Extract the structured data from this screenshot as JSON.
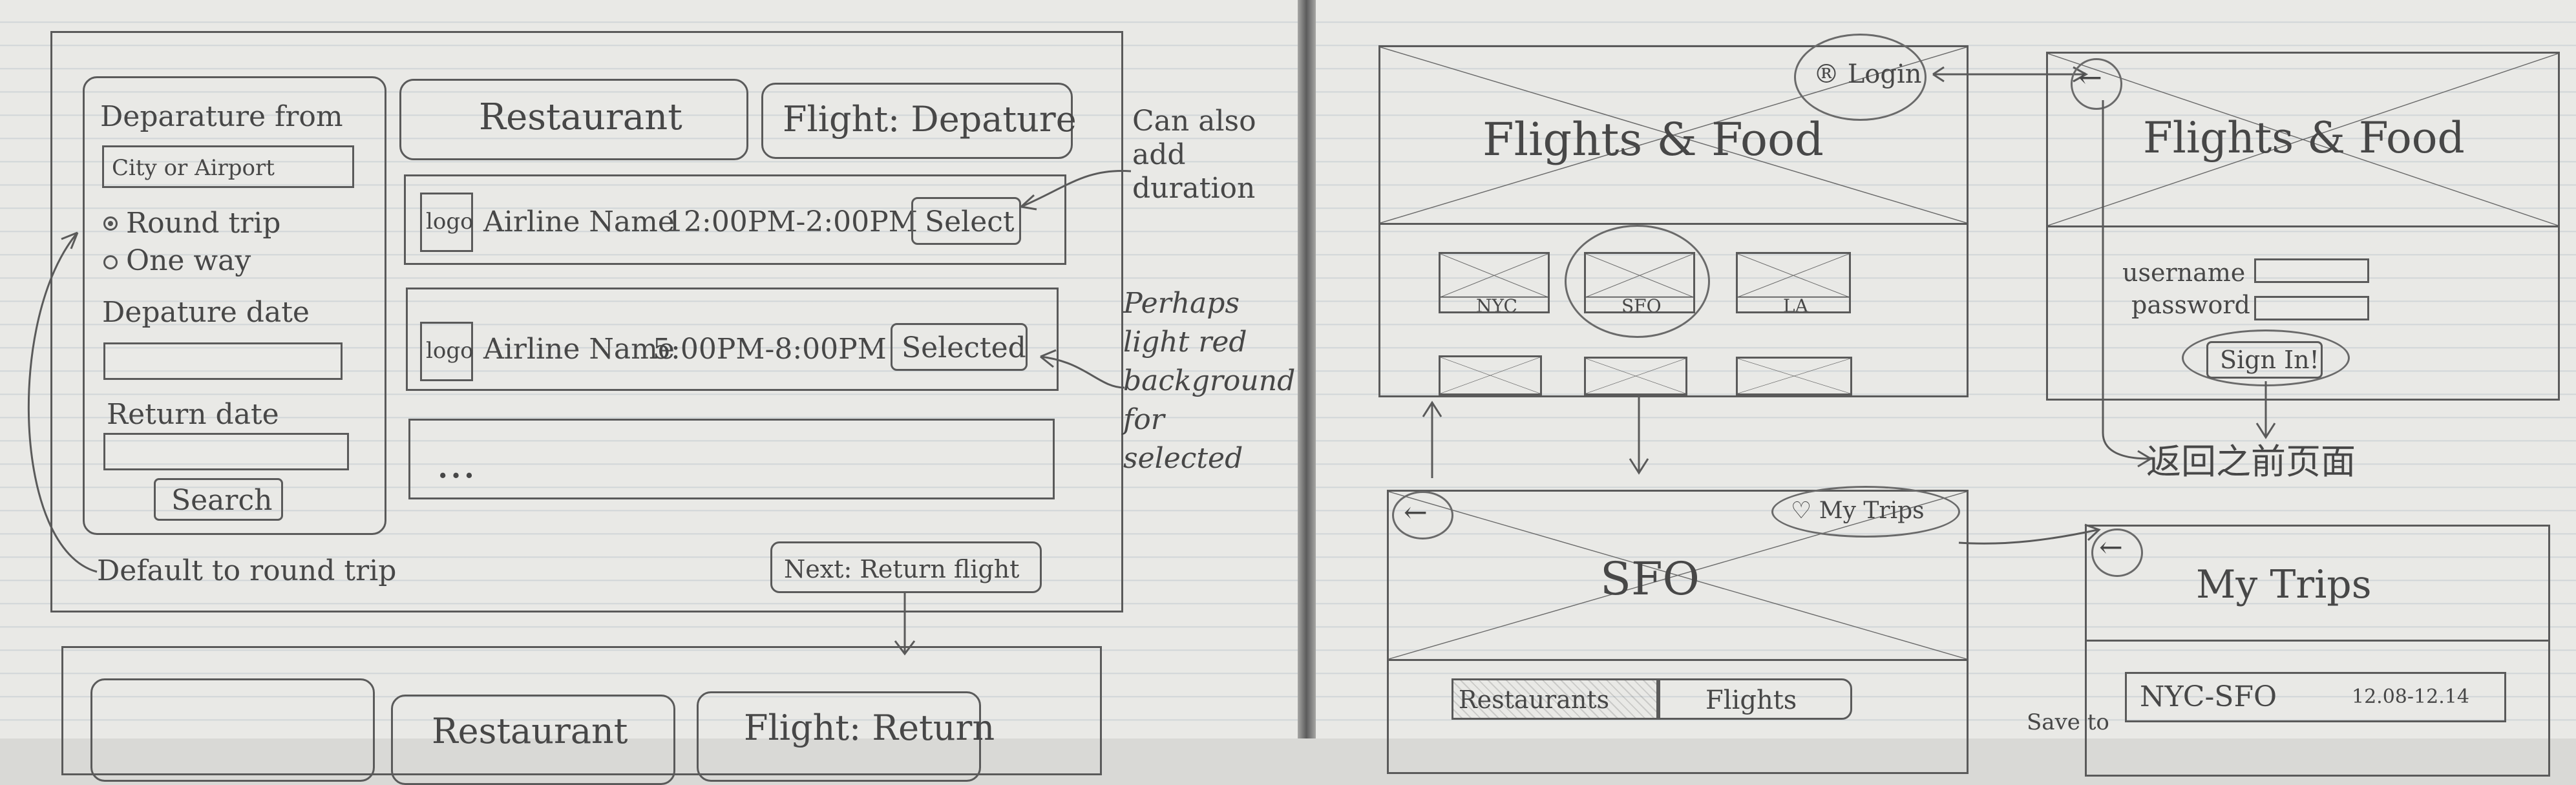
{
  "left_sketch": {
    "sidebar": {
      "departure_label": "Deparature from",
      "city_placeholder": "City or Airport",
      "round_trip": "Round trip",
      "one_way": "One way",
      "depature_date": "Depature date",
      "return_date": "Return date",
      "search": "Search",
      "note_default": "Default to round trip"
    },
    "tabs": {
      "restaurant": "Restaurant",
      "flight": "Flight: Depature"
    },
    "results": [
      {
        "logo": "logo",
        "airline": "Airline Name",
        "time": "12:00PM-2:00PM",
        "button": "Select"
      },
      {
        "logo": "logo",
        "airline": "Airline Name",
        "time": "5:00PM-8:00PM",
        "button": "Selected"
      }
    ],
    "more": "...",
    "next": "Next: Return flight",
    "notes": {
      "duration": "Can also add duration",
      "selected_bg": "Perhaps light red background for selected"
    },
    "bottom_tabs": {
      "restaurant": "Restaurant",
      "flight": "Flight: Return"
    }
  },
  "right_sketch": {
    "home": {
      "login": "® Login",
      "title": "Flights & Food",
      "cities": [
        "NYC",
        "SFO",
        "LA"
      ]
    },
    "login_page": {
      "title": "Flights & Food",
      "username": "username",
      "password": "password",
      "sign_in": "Sign In!",
      "back_note": "返回之前页面"
    },
    "city_page": {
      "my_trips": "♡ My Trips",
      "title": "SFO",
      "tabs": [
        "Restaurants",
        "Flights"
      ],
      "save_note": "Save to"
    },
    "trips_page": {
      "title": "My Trips",
      "trip": "NYC-SFO",
      "dates": "12.08-12.14"
    }
  },
  "colors": {
    "pencil": "#5a5a5a",
    "paper": "#e9e9e6",
    "spine": "#5b5b5b"
  }
}
